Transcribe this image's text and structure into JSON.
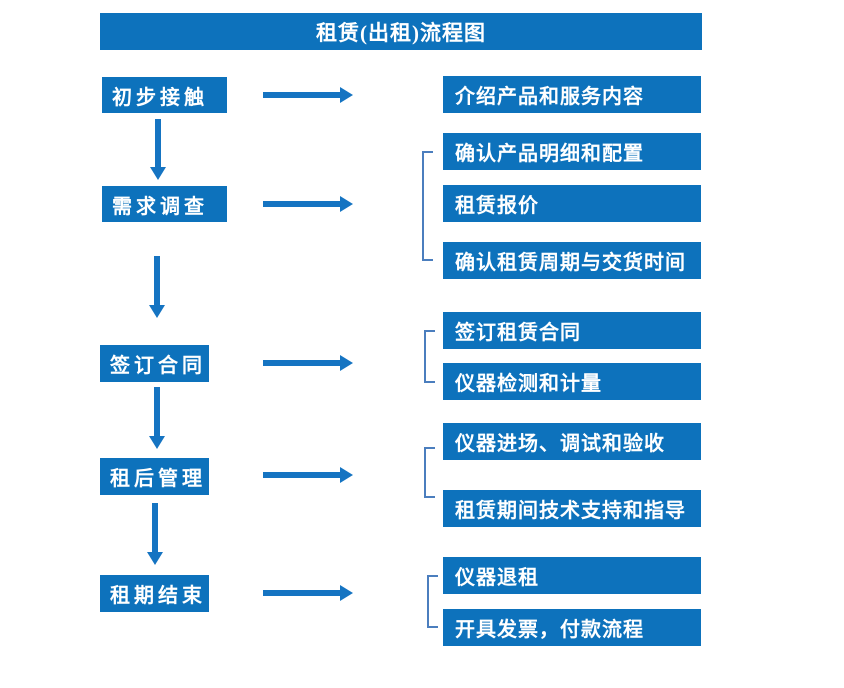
{
  "title": "租赁(出租)流程图",
  "colors": {
    "box_fill": "#0d72bc",
    "arrow": "#1574c2",
    "bracket": "#4b7ebe",
    "text": "#ffffff",
    "background": "#ffffff"
  },
  "steps": [
    {
      "label": "初步接触",
      "details": [
        "介绍产品和服务内容"
      ]
    },
    {
      "label": "需求调查",
      "details": [
        "确认产品明细和配置",
        "租赁报价",
        "确认租赁周期与交货时间"
      ]
    },
    {
      "label": "签订合同",
      "details": [
        "签订租赁合同",
        "仪器检测和计量"
      ]
    },
    {
      "label": "租后管理",
      "details": [
        "仪器进场、调试和验收",
        "租赁期间技术支持和指导"
      ]
    },
    {
      "label": "租期结束",
      "details": [
        "仪器退租",
        "开具发票，付款流程"
      ]
    }
  ]
}
